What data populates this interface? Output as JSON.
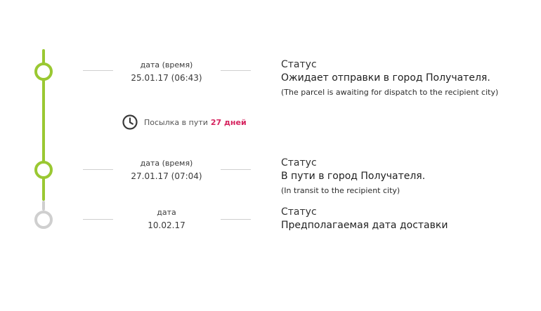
{
  "colors": {
    "completed": "#9ac832",
    "pending": "#cfcfcf",
    "days_highlight": "#d6245f"
  },
  "events": [
    {
      "date_label": "дата (время)",
      "date_value": "25.01.17 (06:43)",
      "status_label": "Статус",
      "status_text": "Ожидает отправки в город Получателя.",
      "status_note": "(The parcel is awaiting for dispatch to the recipient city)",
      "state": "completed"
    },
    {
      "date_label": "дата (время)",
      "date_value": "27.01.17 (07:04)",
      "status_label": "Статус",
      "status_text": "В пути в город Получателя.",
      "status_note": "(In transit to the recipient city)",
      "state": "completed"
    },
    {
      "date_label": "дата",
      "date_value": "10.02.17",
      "status_label": "Статус",
      "status_text": "Предполагаемая дата доставки",
      "state": "pending"
    }
  ],
  "transit": {
    "icon": "clock-icon",
    "text": "Посылка в пути",
    "days": "27 дней"
  }
}
